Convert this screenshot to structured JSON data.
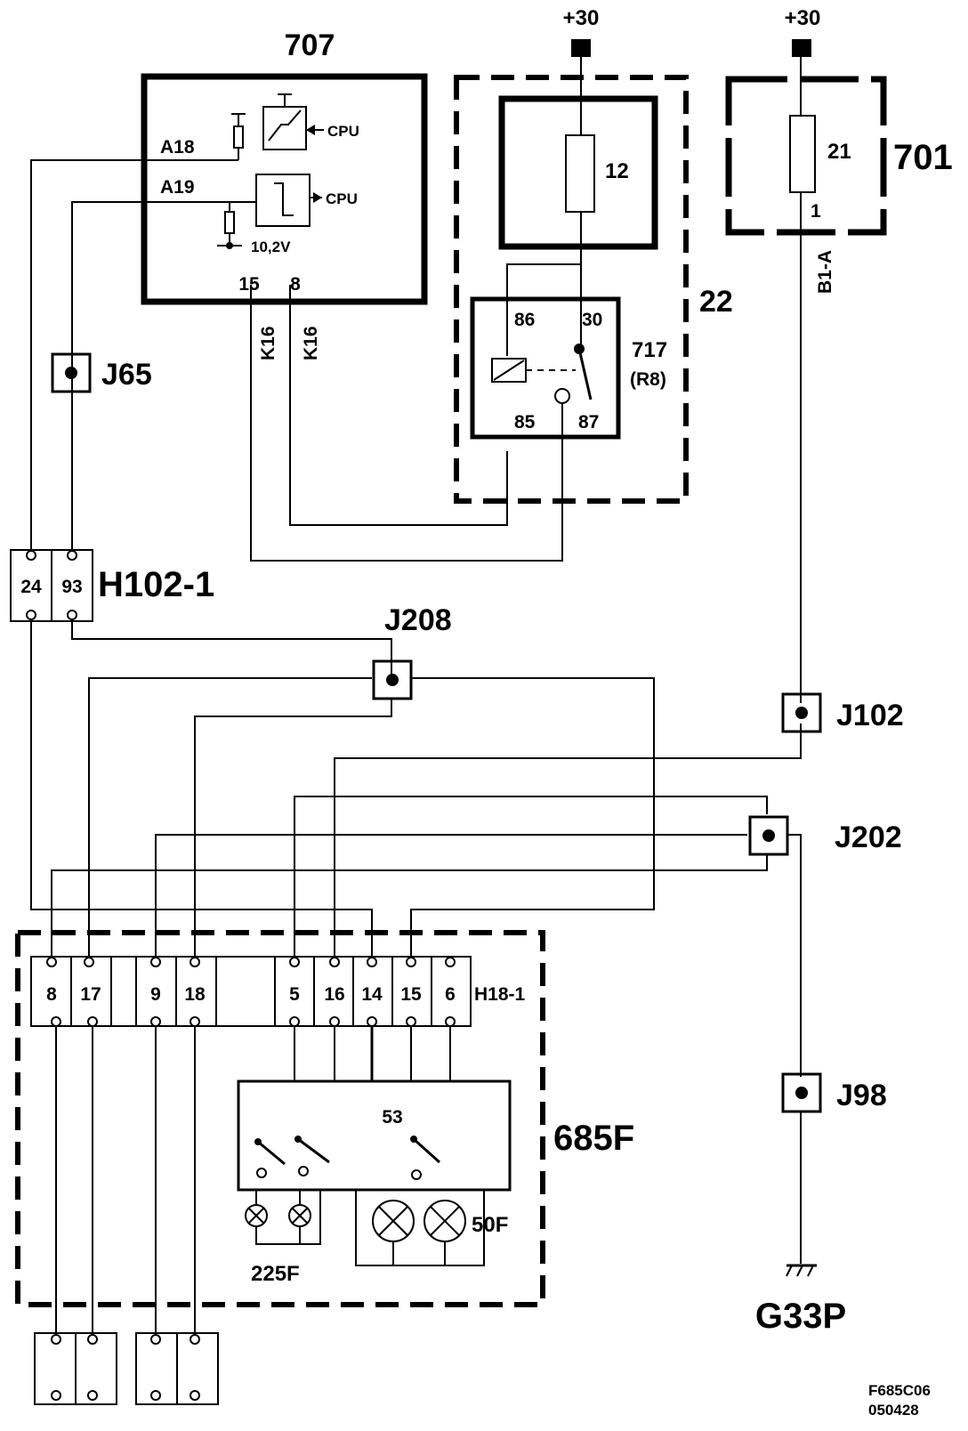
{
  "supply": {
    "left": "+30",
    "right": "+30"
  },
  "ecu": {
    "id": "707",
    "pin_a18": "A18",
    "pin_a19": "A19",
    "cpu_label_1": "CPU",
    "cpu_label_2": "CPU",
    "voltage": "10,2V",
    "pin_15": "15",
    "pin_8": "8"
  },
  "wires": {
    "k16_a": "K16",
    "k16_b": "K16",
    "b1a": "B1-A"
  },
  "relay_box": {
    "id": "22",
    "fuse_id": "12"
  },
  "relay": {
    "id": "717",
    "sub_id": "(R8)",
    "pin_86": "86",
    "pin_30": "30",
    "pin_85": "85",
    "pin_87": "87"
  },
  "fuse_box": {
    "id": "701",
    "fuse_id": "21",
    "pin": "1"
  },
  "junctions": {
    "j65": "J65",
    "j208": "J208",
    "j102": "J102",
    "j202": "J202",
    "j98": "J98"
  },
  "connector_h102": {
    "id": "H102-1",
    "pins": [
      "24",
      "93"
    ]
  },
  "connector_h18": {
    "id": "H18-1",
    "pins": [
      "8",
      "17",
      "9",
      "18",
      "5",
      "16",
      "14",
      "15",
      "6"
    ]
  },
  "switch_unit": {
    "id": "685F",
    "label_53": "53",
    "lamp_group_a": "225F",
    "lamp_group_b": "50F"
  },
  "ground": {
    "id": "G33P"
  },
  "figure_code": {
    "line1": "F685C06",
    "line2": "050428"
  }
}
